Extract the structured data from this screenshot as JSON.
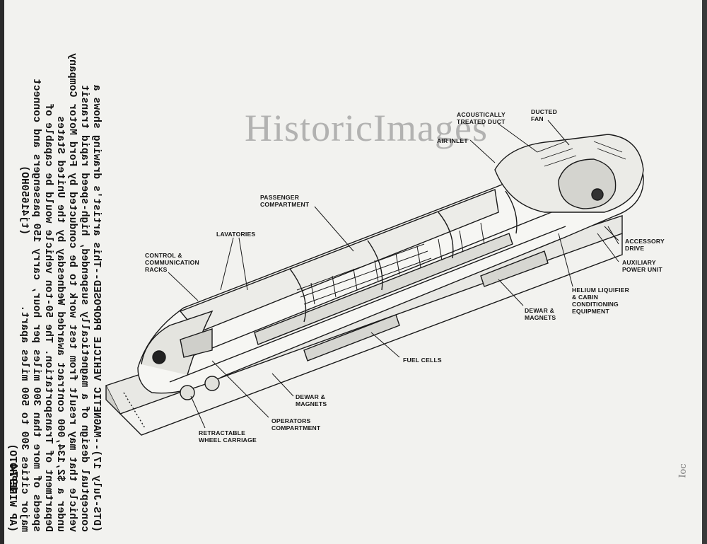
{
  "watermark": "HistoricImages",
  "caption": {
    "lines": [
      "(DTS-July 17)--MAGNETIC VEHICLE PROPOSED--This artist's drawing shows a",
      "conceptual design of a magnetically suspended, high-speed rapid transit",
      "vehicle that may result from test work to be conducted by Ford Motor Company",
      "under a $2,134,000 contract awarded Wednesday by the United States",
      "Department of Transportation. The 50-ton vehicle would be capable of",
      "speeds of more than 300 miles per hour, carry 150 passengers and connect",
      "major cities 300 to 500 miles apart.",
      "(AP WIREPHOTO)"
    ],
    "code": "(tj41650HO)",
    "year": "1974."
  },
  "labels": {
    "acoustic_duct": "ACOUSTICALLY\nTREATED DUCT",
    "ducted_fan": "DUCTED\nFAN",
    "air_inlet": "AIR INLET",
    "passenger": "PASSENGER\nCOMPARTMENT",
    "lavatories": "LAVATORIES",
    "control": "CONTROL &\nCOMMUNICATION\nRACKS",
    "accessory": "ACCESSORY\nDRIVE",
    "aux_power": "AUXILIARY\nPOWER UNIT",
    "helium": "HELIUM LIQUIFIER\n& CABIN\nCONDITIONING\nEQUIPMENT",
    "dewar_right": "DEWAR &\nMAGNETS",
    "fuel": "FUEL CELLS",
    "dewar_left": "DEWAR &\nMAGNETS",
    "operators": "OPERATORS\nCOMPARTMENT",
    "wheel": "RETRACTABLE\nWHEEL CARRIAGE"
  },
  "side_stamp": "Ioc"
}
